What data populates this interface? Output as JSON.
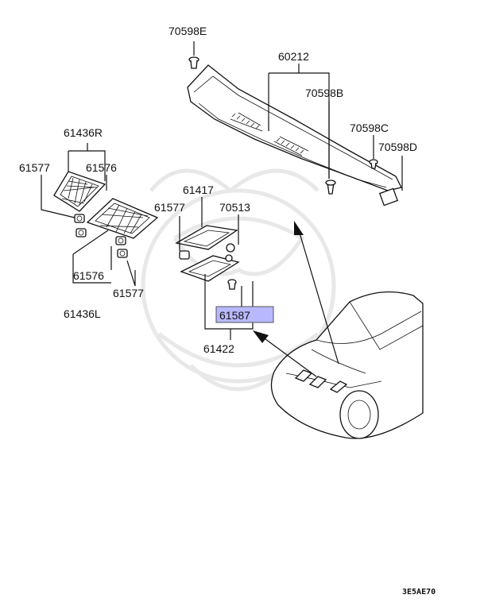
{
  "labels": {
    "p70598E": "70598E",
    "p60212": "60212",
    "p70598B": "70598B",
    "p70598C": "70598C",
    "p70598D": "70598D",
    "p61436R": "61436R",
    "p61577a": "61577",
    "p61576a": "61576",
    "p61417": "61417",
    "p61577b": "61577",
    "p70513": "70513",
    "p61576b": "61576",
    "p61577c": "61577",
    "p61436L": "61436L",
    "p61587": "61587",
    "p61422": "61422"
  },
  "highlight_color": "#b8b8ff",
  "diagram_code": "3E5AE70"
}
